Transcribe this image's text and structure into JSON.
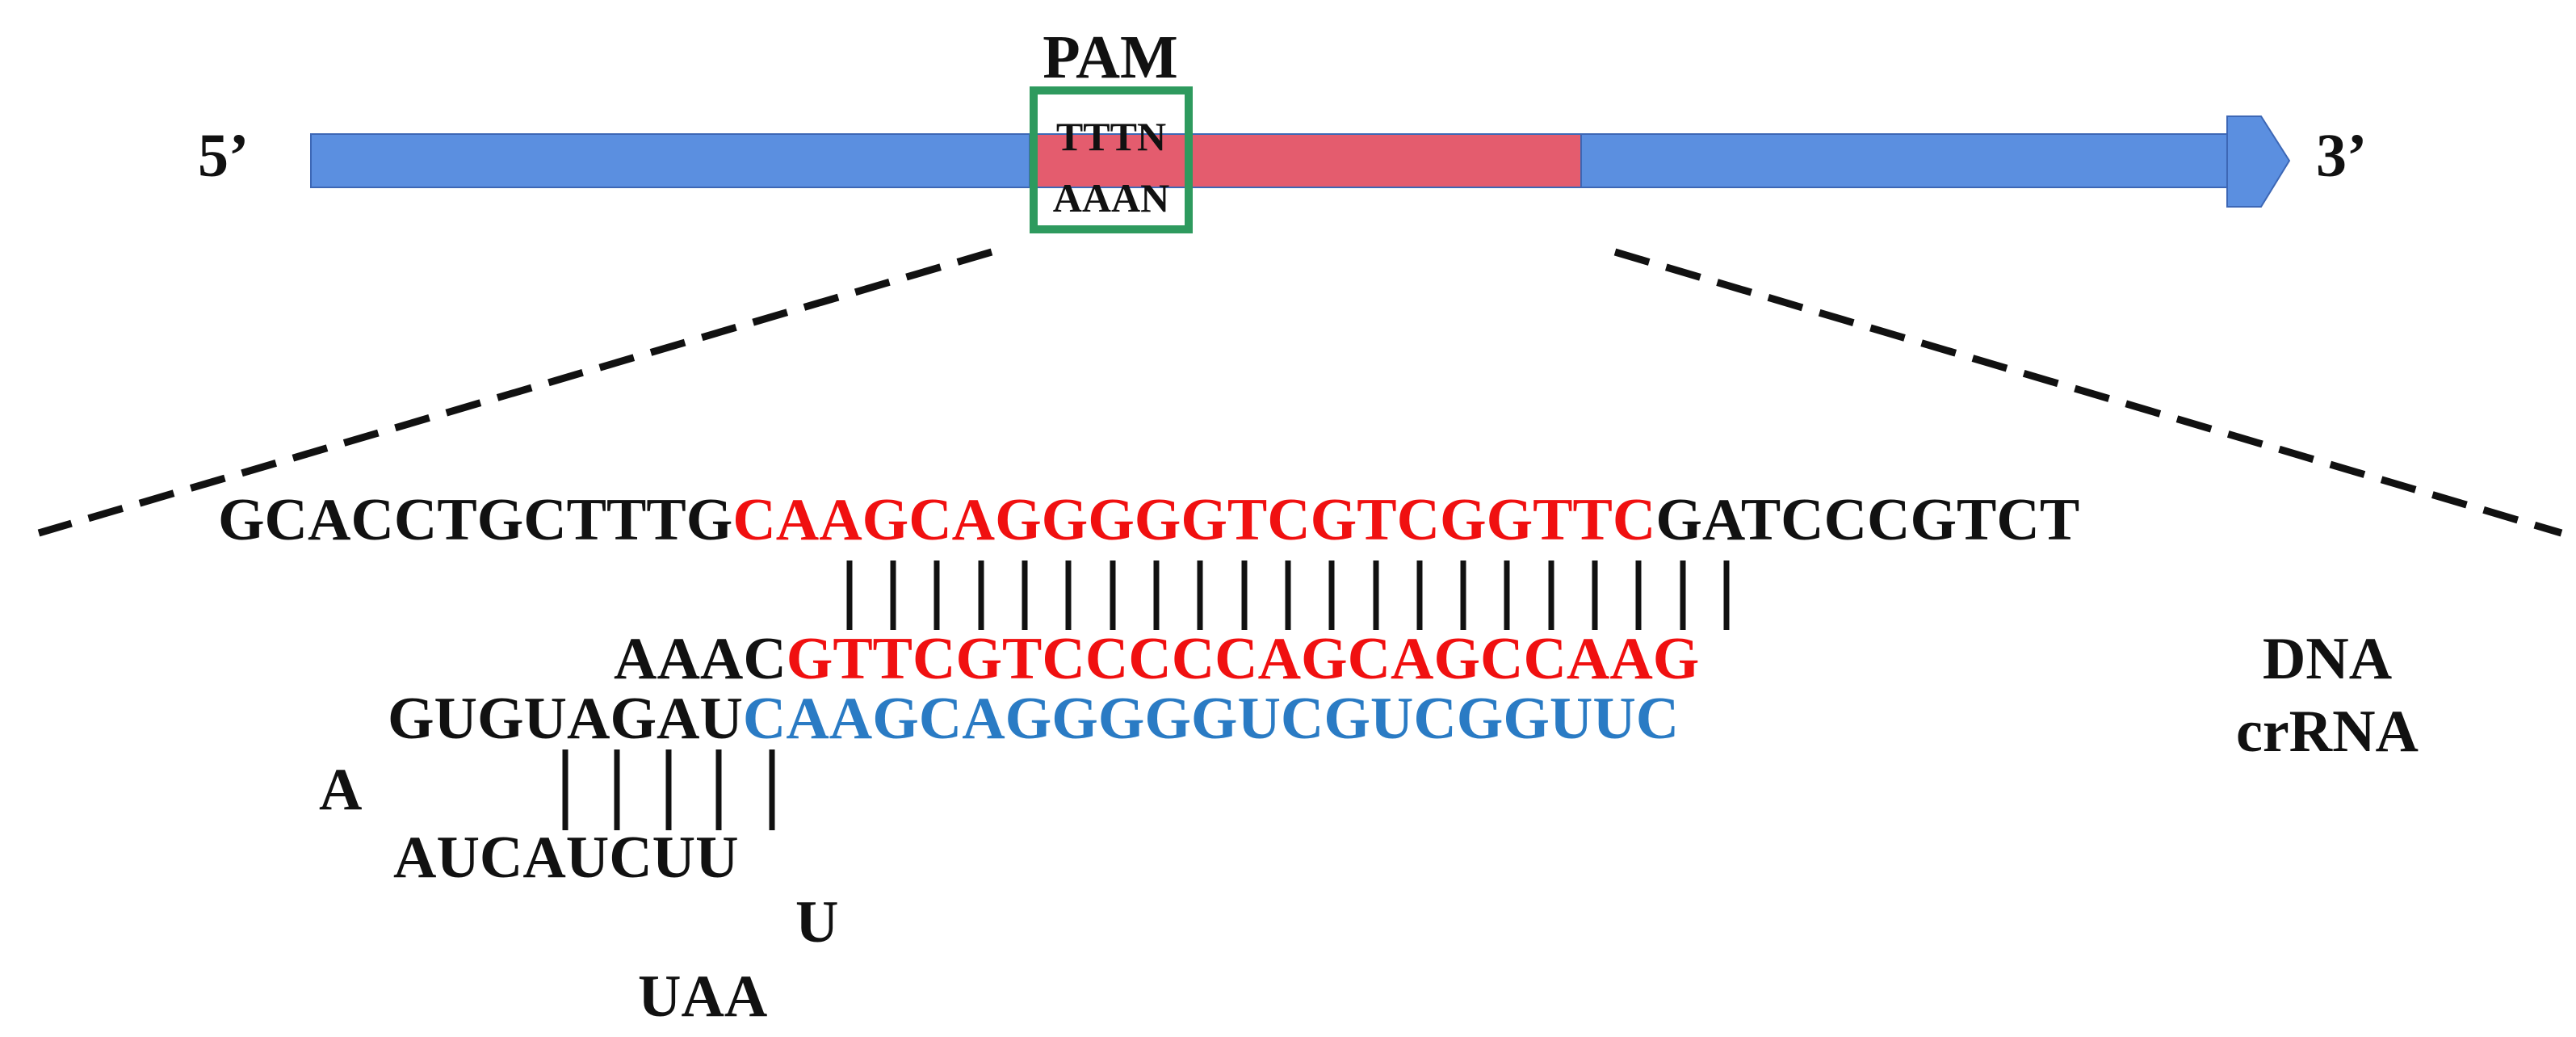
{
  "colors": {
    "dna_strand": "#5b8fe0",
    "protospacer": "#e45c6e",
    "pam_box": "#2e9a5e",
    "target": "#f01010",
    "crrna_spacer": "#2a7bc4",
    "text": "#111111"
  },
  "strand": {
    "left_end": "5’",
    "right_end": "3’"
  },
  "pam": {
    "title": "PAM",
    "top": "TTTN",
    "bottom": "AAAN"
  },
  "dna_top": {
    "left": "GCACCTGCTTTG",
    "target": "CAAGCAGGGGGTCGTCGGTTC",
    "right": "GATCCCGTCT"
  },
  "dna_bottom": {
    "prefix": "AAAC",
    "target": "GTTCGTCCCCCAGCAGCCAAG"
  },
  "crrna": {
    "stem_top": "GUGUAGAU",
    "spacer": "CAAGCAGGGGGUCGUCGGUUC",
    "loop_a": "A",
    "stem_bottom": "AUCAUCUU",
    "loop_u": "U",
    "loop_uaa": "UAA"
  },
  "legend": {
    "dna": "DNA",
    "crrna": "crRNA"
  }
}
